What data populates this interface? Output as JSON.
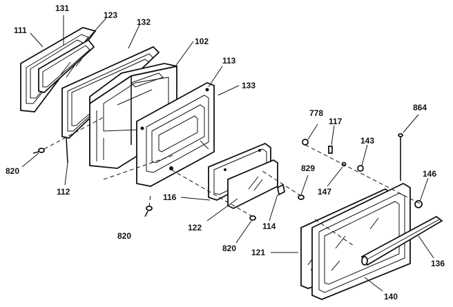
{
  "part_labels": {
    "p111": "111",
    "p131": "131",
    "p123": "123",
    "p132": "132",
    "p102": "102",
    "p113": "113",
    "p133": "133",
    "p820a": "820",
    "p112": "112",
    "p820b": "820",
    "p116": "116",
    "p122": "122",
    "p114": "114",
    "p829": "829",
    "p820c": "820",
    "p778": "778",
    "p117": "117",
    "p143": "143",
    "p864": "864",
    "p147": "147",
    "p146": "146",
    "p121": "121",
    "p136": "136",
    "p140": "140"
  }
}
